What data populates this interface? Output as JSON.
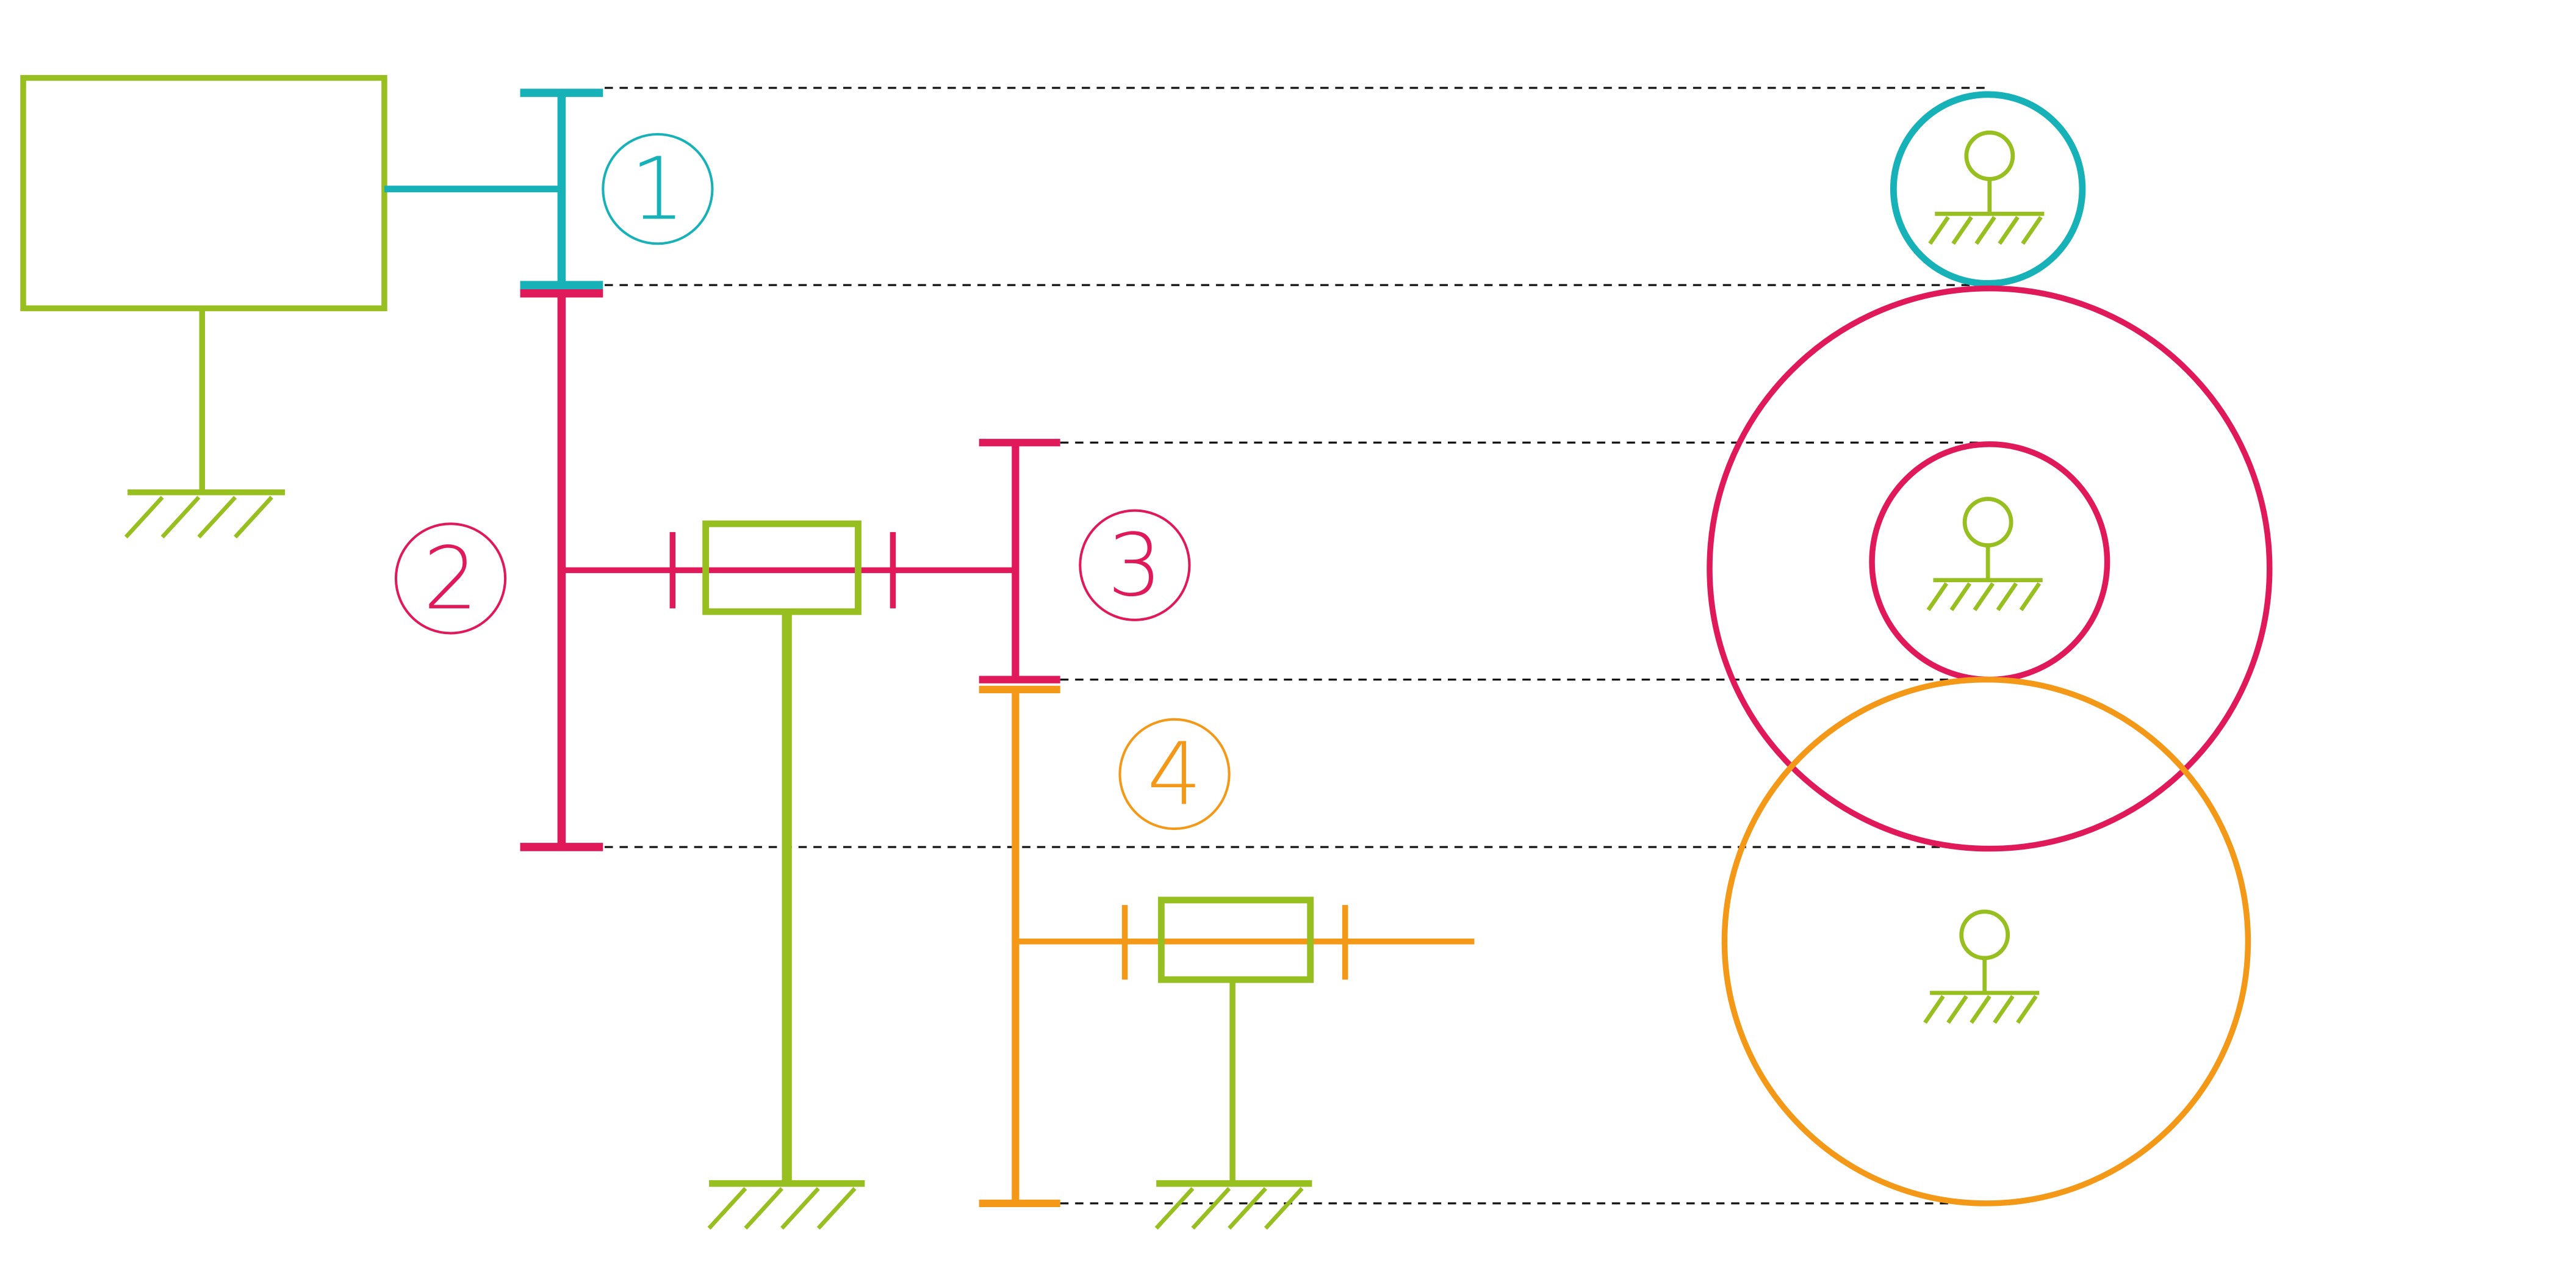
{
  "colors": {
    "teal": "#17b2b8",
    "red": "#e0195a",
    "green": "#97bf1f",
    "orange": "#f39817",
    "guide": "#111111",
    "background": "#ffffff"
  },
  "gear_labels": {
    "gear1": "1",
    "gear2": "2",
    "gear3": "3",
    "gear4": "4"
  }
}
